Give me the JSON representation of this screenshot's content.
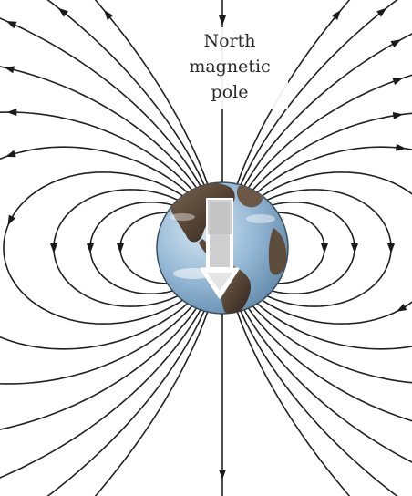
{
  "label": {
    "line1": "North",
    "line2": "magnetic",
    "line3": "pole"
  },
  "colors": {
    "field_line": "#222222",
    "ocean": "#8fb4d2",
    "land": "#5b4a3c",
    "magnet_arrow": "#ffffff"
  },
  "icons": {
    "earth": "earth-globe-icon",
    "magnet": "magnet-arrow-icon"
  }
}
